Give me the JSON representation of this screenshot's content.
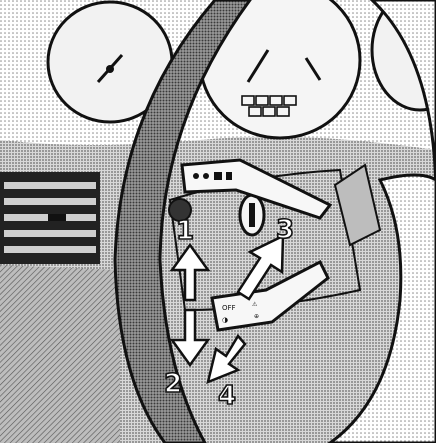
{
  "illustration": {
    "subject": "steering-column-lever-operation",
    "callouts": [
      {
        "id": "1",
        "label": "1",
        "direction": "up"
      },
      {
        "id": "2",
        "label": "2",
        "direction": "down"
      },
      {
        "id": "3",
        "label": "3",
        "direction": "up-forward"
      },
      {
        "id": "4",
        "label": "4",
        "direction": "down-back"
      }
    ]
  }
}
